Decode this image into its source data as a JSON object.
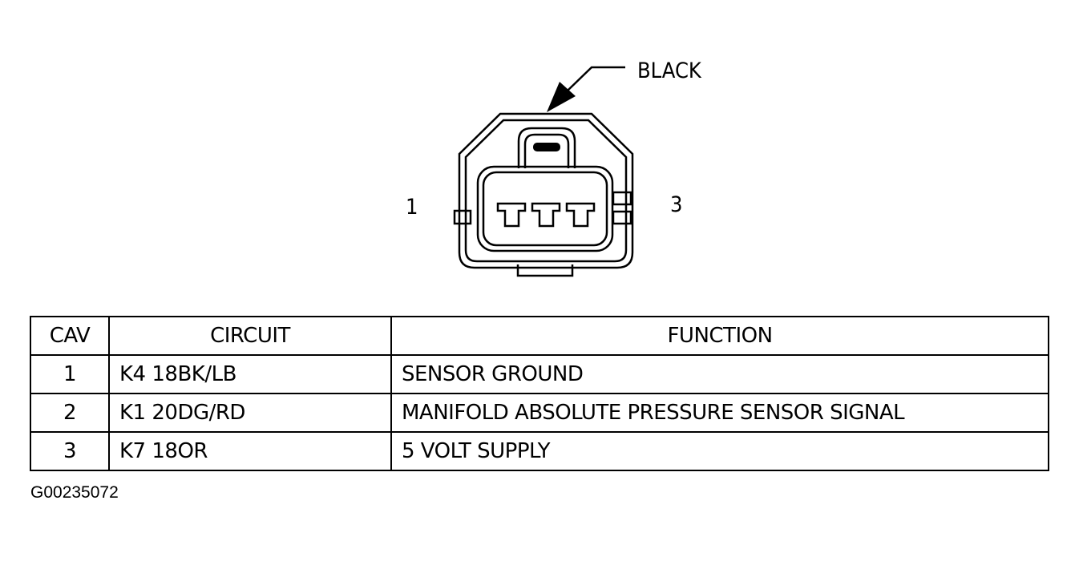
{
  "connector": {
    "color_label": "BLACK",
    "pin_left": "1",
    "pin_right": "3"
  },
  "table": {
    "headers": [
      "CAV",
      "CIRCUIT",
      "FUNCTION"
    ],
    "rows": [
      {
        "cav": "1",
        "circuit": "K4 18BK/LB",
        "function": "SENSOR GROUND"
      },
      {
        "cav": "2",
        "circuit": "K1 20DG/RD",
        "function": "MANIFOLD ABSOLUTE PRESSURE SENSOR SIGNAL"
      },
      {
        "cav": "3",
        "circuit": "K7 18OR",
        "function": "5 VOLT SUPPLY"
      }
    ]
  },
  "figure_id": "G00235072"
}
